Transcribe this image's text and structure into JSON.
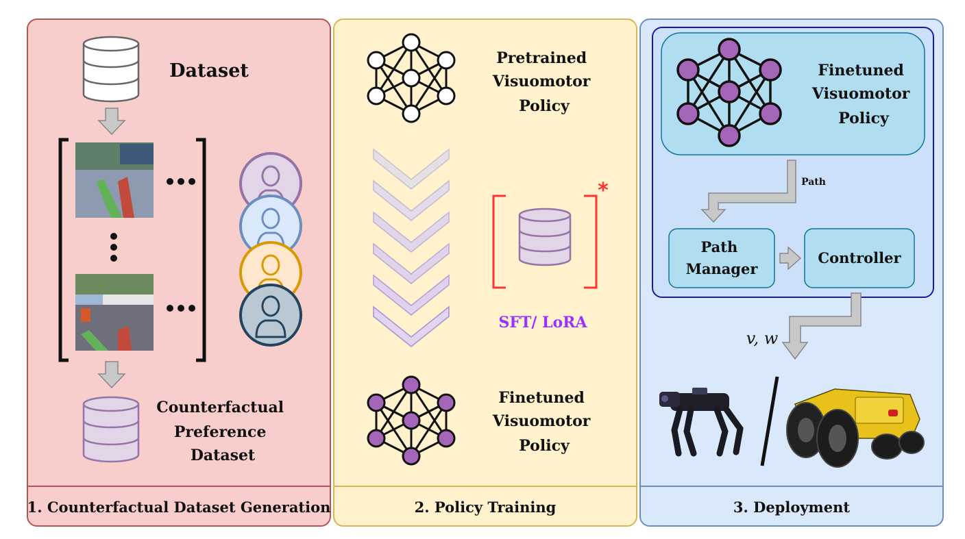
{
  "panel1": {
    "caption": "1. Counterfactual Dataset Generation",
    "dataset_label": "Dataset",
    "ellipsis": "•••",
    "output_label_lines": [
      "Counterfactual",
      "Preference",
      "Dataset"
    ]
  },
  "panel2": {
    "caption": "2. Policy Training",
    "pretrained_lines": [
      "Pretrained",
      "Visuomotor",
      "Policy"
    ],
    "method_label": "SFT/ LoRA",
    "asterisk": "*",
    "finetuned_lines": [
      "Finetuned",
      "Visuomotor",
      "Policy"
    ]
  },
  "panel3": {
    "caption": "3. Deployment",
    "policy_lines": [
      "Finetuned",
      "Visuomotor",
      "Policy"
    ],
    "path_label": "Path",
    "path_manager_lines": [
      "Path",
      "Manager"
    ],
    "controller_label": "Controller",
    "command_label": "v, w"
  },
  "colors": {
    "panel1_fill": "#f8cecc",
    "panel1_stroke": "#b85450",
    "panel2_fill": "#fff2cc",
    "panel2_stroke": "#d6b656",
    "panel3_fill": "#dae8fc",
    "panel3_stroke": "#6c8ebf",
    "purple_node": "#a565b8",
    "method_text": "#9933ff",
    "bracket_red": "#ff3333",
    "robot_yellow": "#e8c21a"
  }
}
